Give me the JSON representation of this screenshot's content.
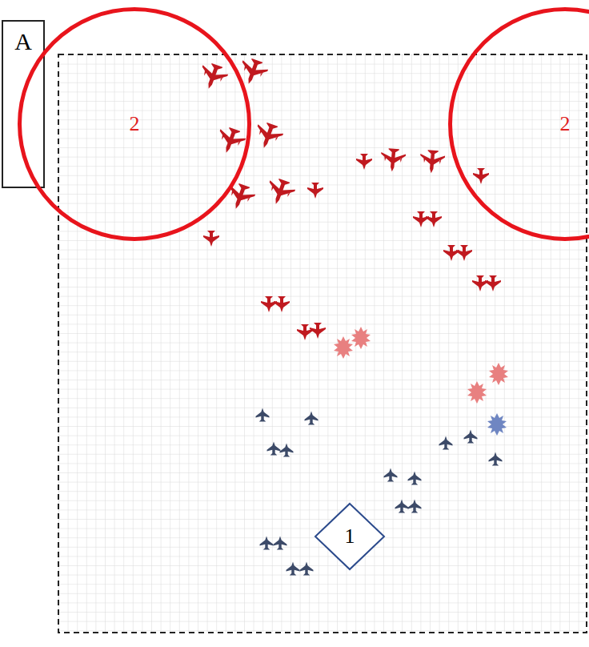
{
  "diagram": {
    "nodes": [
      {
        "text": [
          "A"
        ]
      },
      {
        "text": [
          "2"
        ]
      },
      {
        "text": [
          "2"
        ]
      },
      {
        "text": [
          "1"
        ]
      }
    ]
  }
}
